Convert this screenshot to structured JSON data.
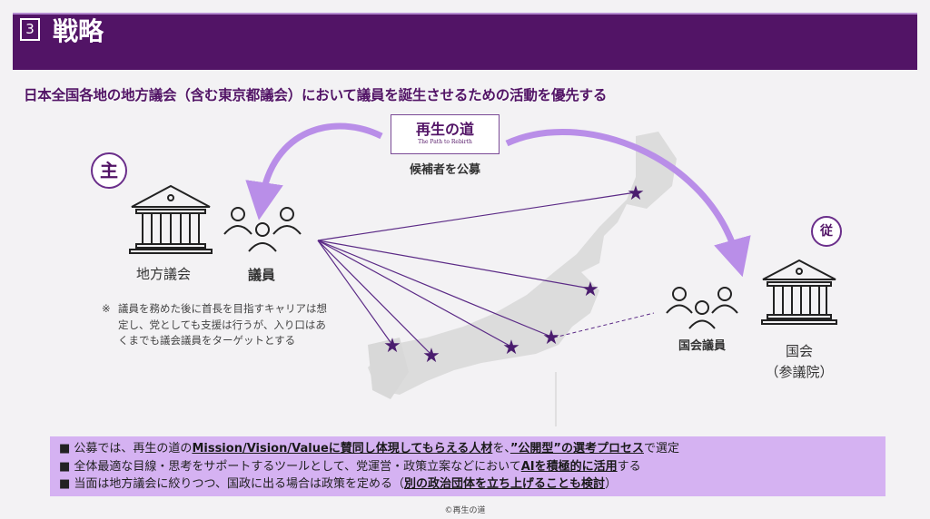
{
  "header": {
    "number": "3",
    "title": "戦略"
  },
  "subtitle": "日本全国各地の地方議会（含む東京都議会）において議員を誕生させるための活動を優先する",
  "logo": {
    "name": "再生の道",
    "tagline": "The Path to Rebirth"
  },
  "recruit_label": "候補者を公募",
  "left": {
    "badge": "主",
    "assembly_label": "地方議会",
    "member_label": "議員",
    "note_mark": "※",
    "note": "議員を務めた後に首長を目指すキャリアは想定し、党としても支援は行うが、入り口はあくまでも議会議員をターゲットとする"
  },
  "right": {
    "badge": "従",
    "member_label": "国会議員",
    "assembly_label": "国会",
    "house_label": "（参議院）"
  },
  "bullets": [
    {
      "pre": "公募では、再生の道の",
      "bold": "Mission/Vision/Valueに賛同し体現してもらえる人材",
      "mid": "を、",
      "bold2": "”公開型”の選考プロセス",
      "post": "で選定"
    },
    {
      "pre": "全体最適な目線・思考をサポートするツールとして、党運営・政策立案などにおいて",
      "bold": "AIを積極的に活用",
      "post": "する"
    },
    {
      "pre": "当面は地方議会に絞りつつ、国政に出る場合は政策を定める（",
      "bold": "別の政治団体を立ち上げることも検討",
      "post": "）"
    }
  ],
  "copyright": "©再生の道",
  "colors": {
    "brand": "#521466",
    "highlight": "#d5b2f2",
    "arrow": "#b98ee8"
  }
}
